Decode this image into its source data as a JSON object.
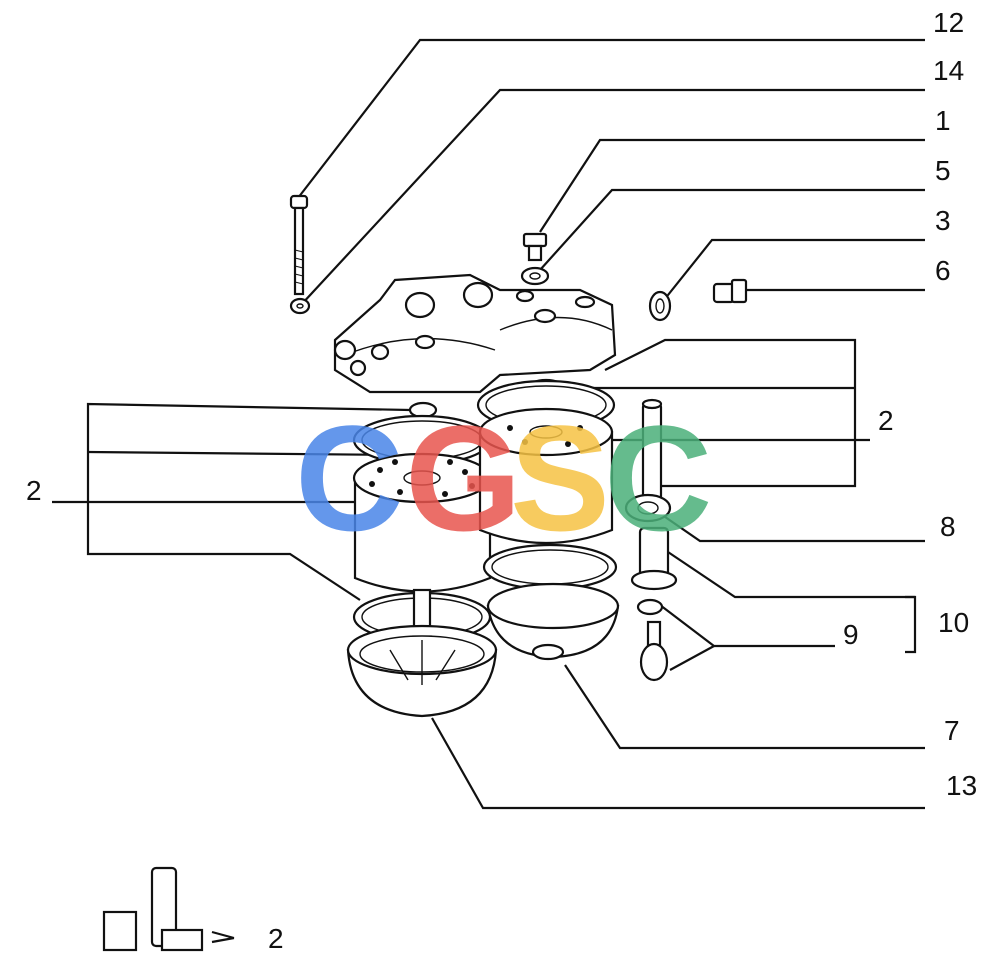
{
  "callouts": {
    "c12": "12",
    "c14": "14",
    "c1": "1",
    "c5": "5",
    "c3": "3",
    "c6": "6",
    "c2_right": "2",
    "c2_left": "2",
    "c8": "8",
    "c10": "10",
    "c9": "9",
    "c7": "7",
    "c13": "13",
    "c2_kit": "2"
  },
  "watermark": {
    "letters": [
      "C",
      "G",
      "S",
      "C"
    ],
    "colors": [
      "#4a86e8",
      "#e8554e",
      "#f6c344",
      "#4bb07a"
    ]
  }
}
